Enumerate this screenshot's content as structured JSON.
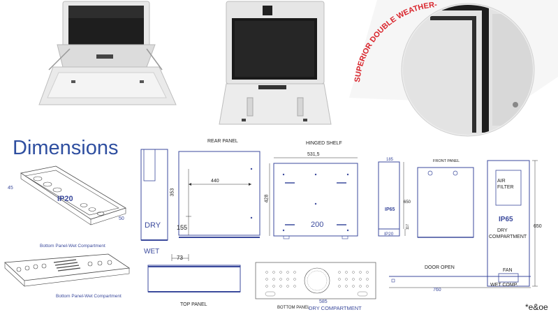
{
  "heading": "Dimensions",
  "seal_banner": "SUPERIOR DOUBLE WEATHER-RESISTANT SEAL",
  "labels": {
    "rear_panel": "REAR PANEL",
    "hinged_shelf": "HINGED SHELF",
    "front_panel": "FRONT PANEL",
    "top_panel": "TOP PANEL",
    "bottom_panel": "BOTTOM PANEL",
    "dry_compartment_caption": "DRY COMPARTMENT",
    "door_open": "DOOR OPEN",
    "bottom_panel_wet_1": "Bottom Panel-Wet Compartment",
    "bottom_panel_wet_2": "Bottom Panel-Wet Compartment",
    "ip20_a": "IP20",
    "ip20_b": "IP20",
    "ip65_a": "IP65",
    "ip65_b": "IP65",
    "dry": "DRY",
    "wet": "WET",
    "air_filter_1": "AIR",
    "air_filter_2": "FILTER",
    "dry_comp_1": "DRY",
    "dry_comp_2": "COMPARTMENT",
    "fan": "FAN",
    "wet_comp": "WET COMP.",
    "footnote": "*e&oe"
  },
  "dimensions": {
    "d45": "45",
    "d50": "50",
    "d353": "353",
    "d440": "440",
    "d155": "155",
    "d73": "73",
    "d531": "531,5",
    "d428": "428",
    "d200": "200",
    "d185": "185",
    "d650a": "650",
    "d117": "117",
    "d650b": "650",
    "d760": "760",
    "d585": "585"
  },
  "colors": {
    "line_blue": "#3b4a9c",
    "heading_blue": "#2f4fa0",
    "seal_red": "#d9242b"
  }
}
